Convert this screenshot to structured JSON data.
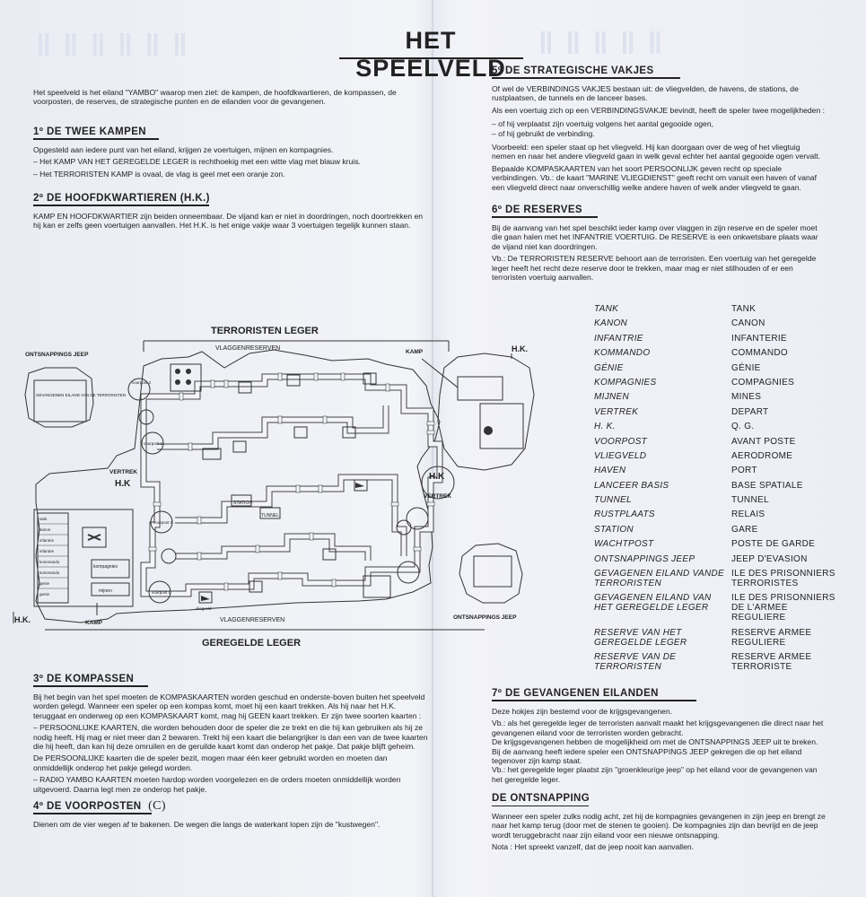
{
  "title": "HET SPEELVELD",
  "intro": "Het speelveld is het eiland \"YAMBO\" waarop men ziet: de kampen, de hoofdkwartieren, de kompassen, de voorposten, de reserves, de strategische punten en de eilanden voor de gevangenen.",
  "s1": {
    "heading": "1º DE TWEE KAMPEN",
    "p1": "Opgesteld aan iedere punt van het eiland, krijgen ze voertuigen, mijnen en kompagnies.",
    "b1": "– Het KAMP VAN HET GEREGELDE LEGER is rechthoekig met een witte vlag met blauw kruis.",
    "b2": "– Het TERRORISTEN KAMP is ovaal, de vlag is geel met een oranje zon."
  },
  "s2": {
    "heading": "2º DE HOOFDKWARTIEREN (H.K.)",
    "p1": "KAMP EN HOOFDKWARTIER zijn beiden onneembaar. De vijand kan er niet in doordringen, noch doortrekken en hij kan er zelfs geen voertuigen aanvallen. Het H.K. is het enige vakje waar 3 voertuigen tegelijk kunnen staan."
  },
  "map": {
    "terroristen_leger": "TERRORISTEN LEGER",
    "geregelde_leger": "GEREGELDE LEGER",
    "vlaggenreserven": "VLAGGENRESERVEN",
    "ontsnappings_jeep": "ONTSNAPPINGS JEEP",
    "kamp": "KAMP",
    "hk": "H.K.",
    "hk_short": "H.K",
    "vertrek": "VERTREK",
    "gevangenen_eiland": "GEVANGENEN EILAND VAN DE TERRORISTEN",
    "voorpost_4": "voorpost 4",
    "voorpost_3": "voorpost 3",
    "voorpost_2": "voorpost 2",
    "voorpost_1": "voorpost 1",
    "station": "STATION",
    "tunnel": "TUNNEL",
    "vliegveld": "vliegveld",
    "kompagnies": "kompagnies",
    "mijnen": "mijnen",
    "reserve_labels": [
      "tank",
      "kanon",
      "infantrie",
      "infantrie",
      "kommando",
      "kommando",
      "genie",
      "genie"
    ]
  },
  "s3": {
    "heading": "3º DE KOMPASSEN",
    "p1": "Bij het begin van het spel moeten de KOMPASKAARTEN worden geschud en onderste-boven buiten het speelveld worden gelegd. Wanneer een speler op een kompas komt, moet hij een kaart trekken. Als hij naar het H.K. teruggaat en onderweg op een KOMPASKAART komt, mag hij GEEN kaart trekken. Er zijn twee soorten kaarten :",
    "p2": "– PERSOONLIJKE KAARTEN, die worden behouden door de speler die ze trekt en die hij kan gebruiken als hij ze nodig heeft. Hij mag er niet meer dan 2 bewaren. Trekt hij een kaart die belangrijker is dan een van de twee kaarten die hij heeft, dan kan hij deze omruilen en de geruilde kaart komt dan onderop het pakje. Dat pakje blijft geheim.",
    "p3": "De PERSOONLIJKE kaarten die de speler bezit, mogen maar één keer gebruikt worden en moeten dan onmiddellijk onderop het pakje gelegd worden.",
    "p4": "– RADIO YAMBO KAARTEN moeten hardop worden voorgelezen en de orders moeten onmiddellijk worden uitgevoerd. Daarna legt men ze onderop het pakje."
  },
  "s4": {
    "heading": "4º DE VOORPOSTEN",
    "mark": "(C)",
    "p1": "Dienen om de vier wegen af te bakenen. De wegen die langs de waterkant lopen zijn de \"kustwegen\"."
  },
  "s5": {
    "heading": "5º DE STRATEGISCHE VAKJES",
    "p1": "Of wel de VERBINDINGS VAKJES bestaan uit: de vliegvelden, de havens, de stations, de rustplaatsen, de tunnels en de lanceer bases.",
    "p2": "Als een voertuig zich op een VERBINDINGSVAKJE bevindt, heeft de speler twee mogelijkheden :",
    "b1": "– of hij verplaatst zijn voertuig volgens het aantal gegooide ogen,",
    "b2": "– of hij gebruikt de verbinding.",
    "p3": "Voorbeeld: een speler staat op het vliegveld. Hij kan doorgaan over de weg of het vliegtuig nemen en naar het andere vliegveld gaan in welk geval echter het aantal gegooide ogen vervalt.",
    "p4": "Bepaalde KOMPASKAARTEN van het soort PERSOONLIJK geven recht op speciale verbindingen. Vb.: de kaart \"MARINE VLIEGDIENST\" geeft recht om vanuit een haven of vanaf een vliegveld direct naar onverschillig welke andere haven of welk ander vliegveld te gaan."
  },
  "s6": {
    "heading": "6º DE RESERVES",
    "p1": "Bij de aanvang van het spel beschikt ieder kamp over vlaggen in zijn reserve en de speler moet die gaan halen met het INFANTRIE VOERTUIG. De RESERVE is een onkwetsbare plaats waar de vijand niet kan doordringen.",
    "p2": "Vb.: De TERRORISTEN RESERVE behoort aan de terroristen. Een voertuig van het geregelde leger heeft het recht deze reserve door te trekken, maar mag er niet stilhouden of er een terroristen voertuig aanvallen."
  },
  "translations": [
    {
      "nl": "TANK",
      "fr": "TANK"
    },
    {
      "nl": "KANON",
      "fr": "CANON"
    },
    {
      "nl": "INFANTRIE",
      "fr": "INFANTERIE"
    },
    {
      "nl": "KOMMANDO",
      "fr": "COMMANDO"
    },
    {
      "nl": "GÉNIE",
      "fr": "GÉNIE"
    },
    {
      "nl": "KOMPAGNIES",
      "fr": "COMPAGNIES"
    },
    {
      "nl": "MIJNEN",
      "fr": "MINES"
    },
    {
      "nl": "VERTREK",
      "fr": "DEPART"
    },
    {
      "nl": "H. K.",
      "fr": "Q. G."
    },
    {
      "nl": "VOORPOST",
      "fr": "AVANT POSTE"
    },
    {
      "nl": "VLIEGVELD",
      "fr": "AERODROME"
    },
    {
      "nl": "HAVEN",
      "fr": "PORT"
    },
    {
      "nl": "LANCEER BASIS",
      "fr": "BASE SPATIALE"
    },
    {
      "nl": "TUNNEL",
      "fr": "TUNNEL"
    },
    {
      "nl": "RUSTPLAATS",
      "fr": "RELAIS"
    },
    {
      "nl": "STATION",
      "fr": "GARE"
    },
    {
      "nl": "WACHTPOST",
      "fr": "POSTE DE GARDE"
    },
    {
      "nl": "ONTSNAPPINGS JEEP",
      "fr": "JEEP D'EVASION"
    },
    {
      "nl": "GEVAGENEN EILAND VANDE TERRORISTEN",
      "fr": "ILE DES PRISONNIERS TERRORISTES"
    },
    {
      "nl": "GEVAGENEN EILAND VAN HET GEREGELDE LEGER",
      "fr": "ILE DES PRISONNIERS DE L'ARMEE REGULIERE"
    },
    {
      "nl": "RESERVE VAN HET GEREGELDE LEGER",
      "fr": "RESERVE ARMEE REGULIERE"
    },
    {
      "nl": "RESERVE VAN DE TERRORISTEN",
      "fr": "RESERVE ARMEE TERRORISTE"
    }
  ],
  "s7": {
    "heading": "7º DE GEVANGENEN EILANDEN",
    "p1": "Deze hokjes zijn bestemd voor de krijgsgevangenen.",
    "p2": "Vb.: als het geregelde leger de terroristen aanvalt maakt het krijgsgevangenen die direct naar het gevangenen eiland voor de terroristen worden gebracht.",
    "p3": "De krijgsgevangenen hebben de mogelijkheid om met de ONTSNAPPINGS JEEP uit te breken.",
    "p4": "Bij de aanvang heeft iedere speler een ONTSNAPPINGS JEEP gekregen die op het eiland tegenover zijn kamp staat.",
    "p5": "Vb.: het geregelde leger plaatst zijn \"groenkleurige jeep\" op het eiland voor de gevangenen van het geregelde leger."
  },
  "s8": {
    "heading": "DE ONTSNAPPING",
    "p1": "Wanneer een speler zulks nodig acht, zet hij de kompagnies gevangenen in zijn jeep en brengt ze naar het kamp terug (door met de stenen te gooien). De kompagnies zijn dan bevrijd en de jeep wordt teruggebracht naar zijn eiland voor een nieuwe ontsnapping.",
    "p2": "Nota : Het spreekt vanzelf, dat de jeep nooit kan aanvallen."
  }
}
